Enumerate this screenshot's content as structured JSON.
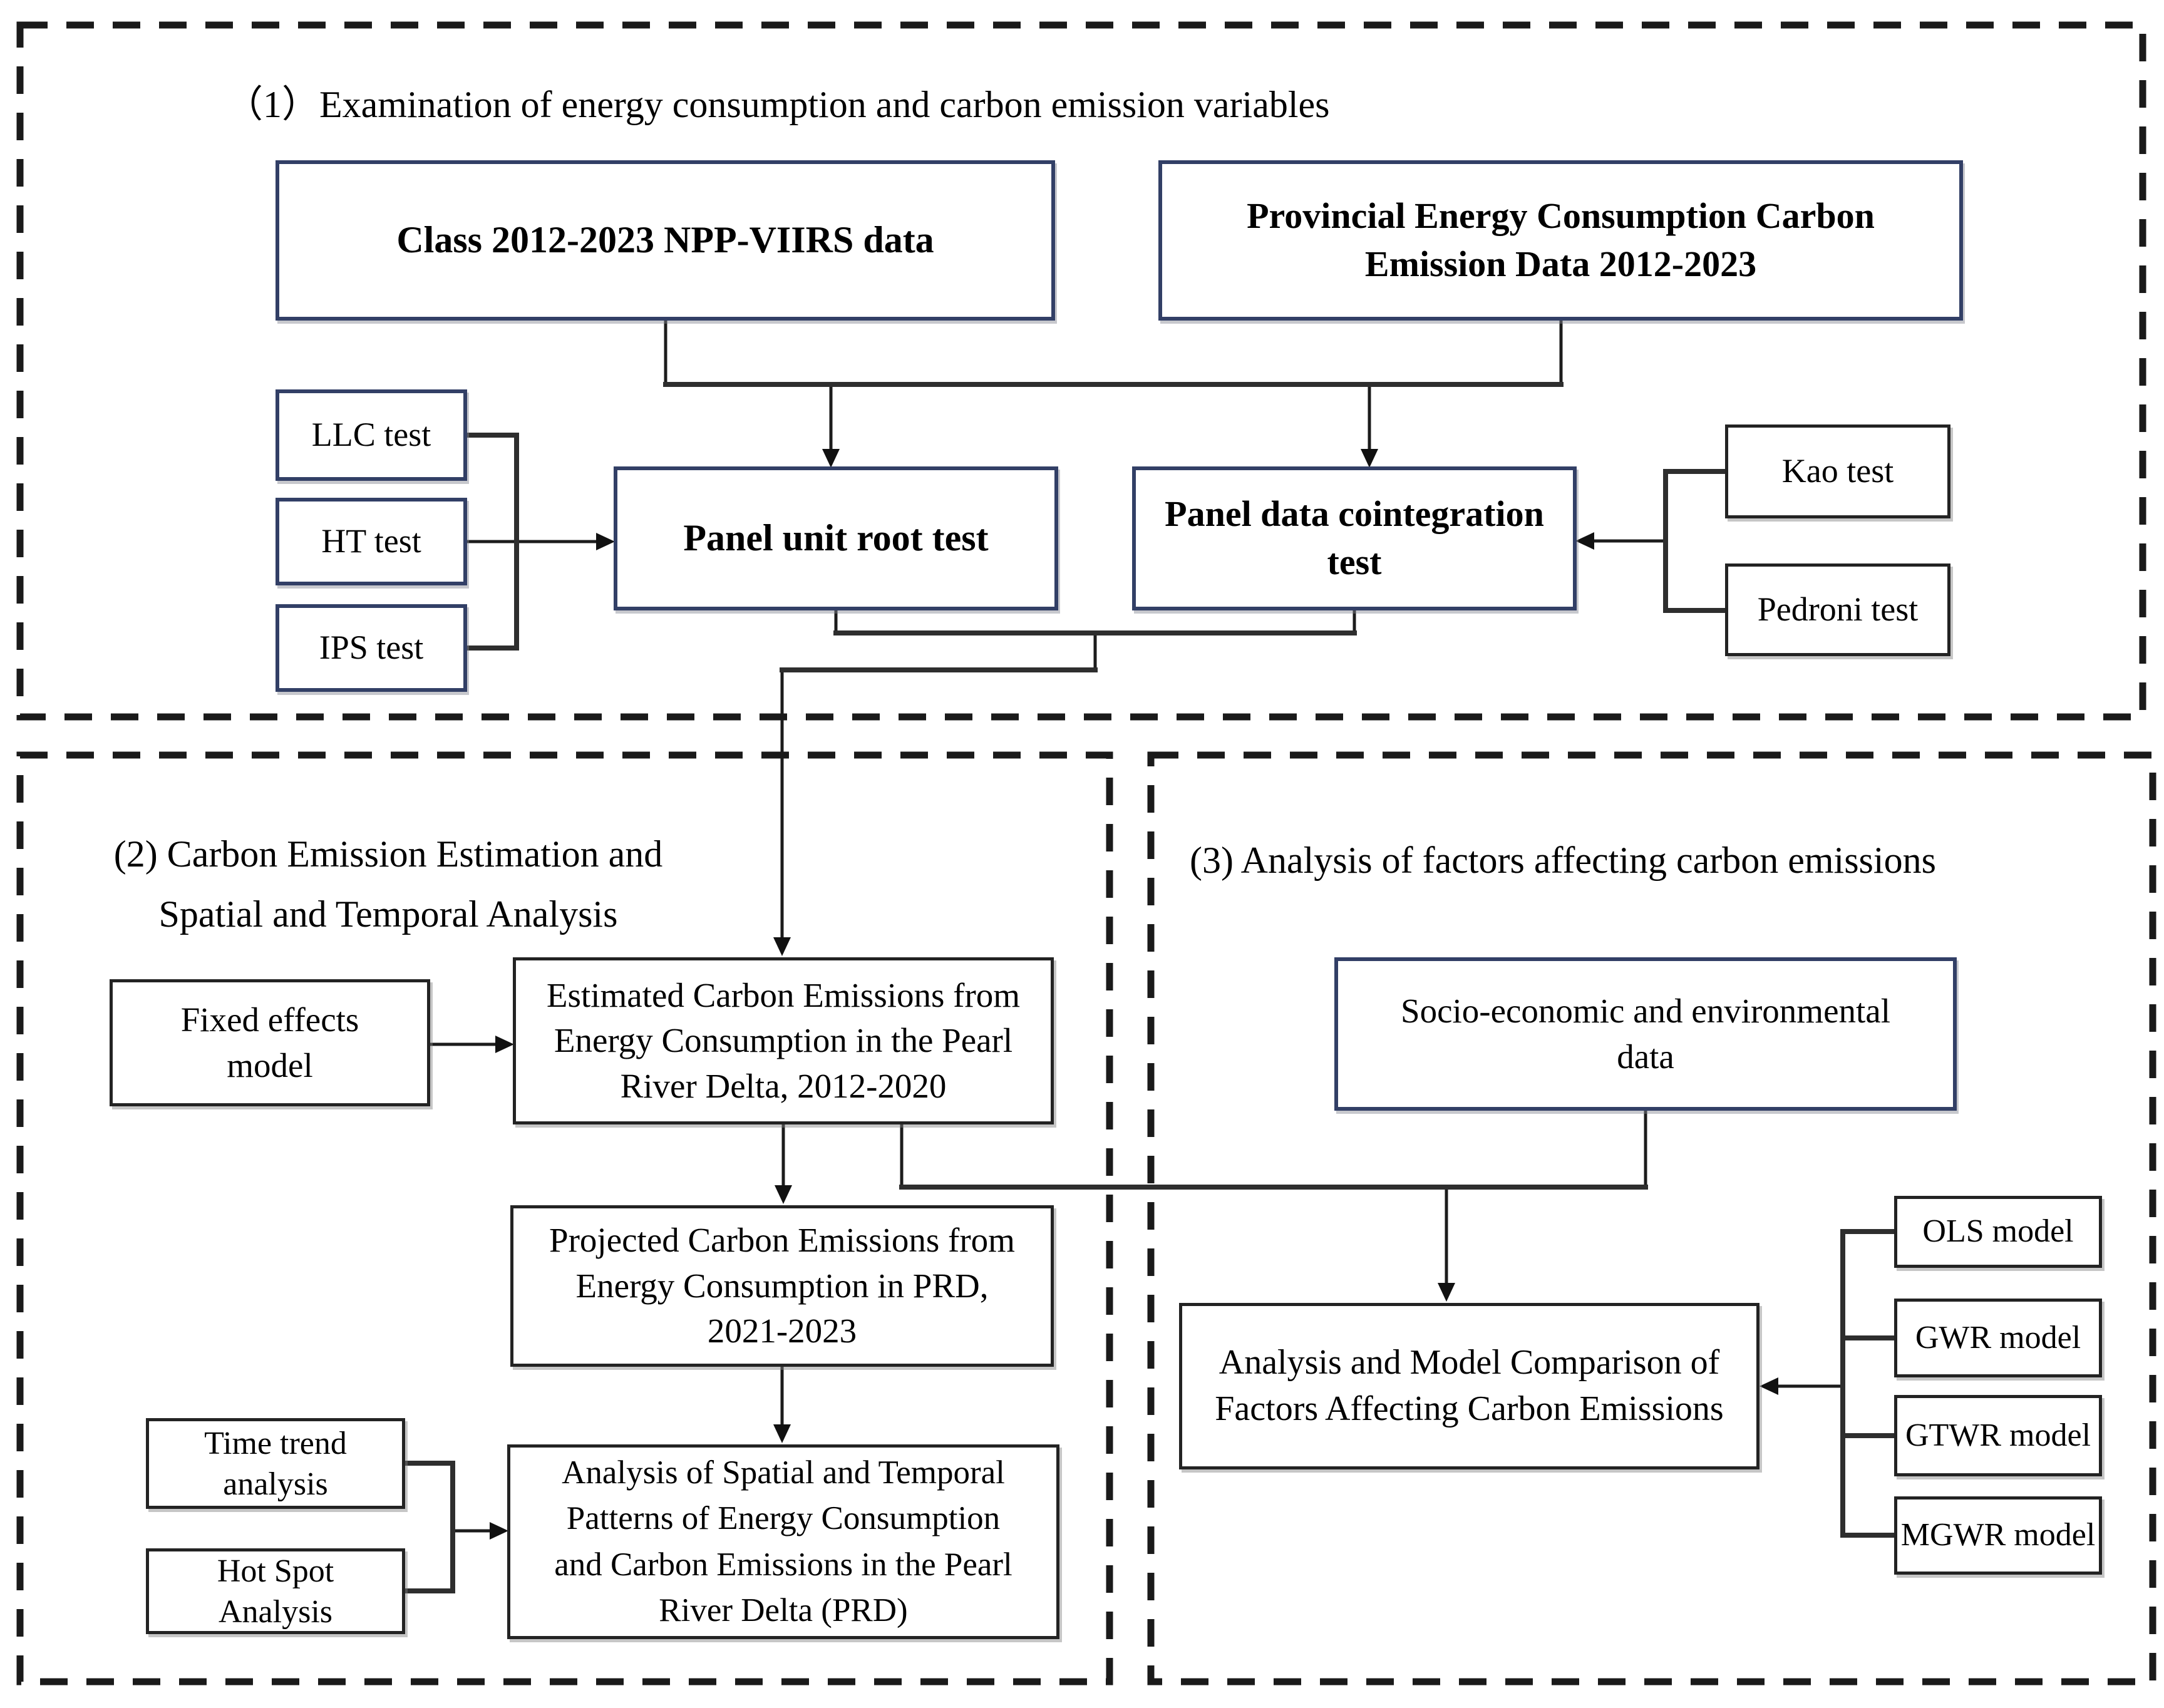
{
  "figure": {
    "colors": {
      "navy_box_border": "#323f66",
      "black_box_border": "#232323",
      "connector_line": "#1c1c1c",
      "dashed_border": "#1a1a1a",
      "background": "#ffffff",
      "text": "#000000"
    },
    "section1": {
      "title": "（1）Examination of energy consumption and carbon emission variables",
      "boxes": {
        "npp": {
          "line1": "Class 2012-2023 NPP-VIIRS data"
        },
        "provincial": {
          "line1": "Provincial Energy Consumption Carbon",
          "line2": "Emission Data 2012-2023"
        },
        "unit_root": {
          "line1": "Panel unit root test"
        },
        "cointegration": {
          "line1": "Panel data cointegration",
          "line2": "test"
        },
        "llc": {
          "line1": "LLC test"
        },
        "ht": {
          "line1": "HT test"
        },
        "ips": {
          "line1": "IPS test"
        },
        "kao": {
          "line1": "Kao test"
        },
        "pedroni": {
          "line1": "Pedroni test"
        }
      }
    },
    "section2": {
      "title_line1": "(2) Carbon Emission Estimation and",
      "title_line2": "Spatial and Temporal Analysis",
      "boxes": {
        "fixed_effects": {
          "line1": "Fixed effects",
          "line2": "model"
        },
        "estimated": {
          "line1": "Estimated Carbon Emissions from",
          "line2": "Energy Consumption in the Pearl",
          "line3": "River Delta, 2012-2020"
        },
        "projected": {
          "line1": "Projected Carbon Emissions from",
          "line2": "Energy Consumption in PRD,",
          "line3": "2021-2023"
        },
        "time_trend": {
          "line1": "Time trend",
          "line2": "analysis"
        },
        "hot_spot": {
          "line1": "Hot Spot",
          "line2": "Analysis"
        },
        "spatial_patterns": {
          "line1": "Analysis of Spatial and Temporal",
          "line2": "Patterns of Energy Consumption",
          "line3": "and Carbon Emissions in the Pearl",
          "line4": "River Delta (PRD)"
        }
      }
    },
    "section3": {
      "title": "(3) Analysis of factors affecting carbon emissions",
      "boxes": {
        "socio": {
          "line1": "Socio-economic and environmental",
          "line2": "data"
        },
        "model_comparison": {
          "line1": "Analysis and Model Comparison of",
          "line2": "Factors Affecting Carbon Emissions"
        },
        "ols": {
          "line1": "OLS model"
        },
        "gwr": {
          "line1": "GWR model"
        },
        "gtwr": {
          "line1": "GTWR model"
        },
        "mgwr": {
          "line1": "MGWR model"
        }
      }
    }
  }
}
